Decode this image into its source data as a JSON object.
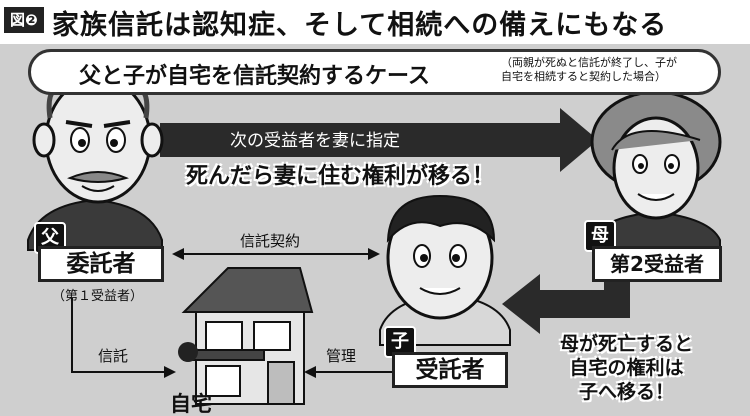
{
  "header": {
    "badge": "図❷",
    "title": "家族信託は認知症、そして相続への備えにもなる"
  },
  "case_box": {
    "main": "父と子が自宅を信託契約するケース",
    "note_line1": "（両親が死ぬと信託が終了し、子が",
    "note_line2": "自宅を相続すると契約した場合）"
  },
  "arrows": {
    "top_arrow_label": "次の受益者を妻に指定",
    "top_callout": "死んだら妻に住む権利が移る！",
    "contract_label": "信託契約",
    "trust_label": "信託",
    "manage_label": "管理",
    "bottom_callout_line1": "母が死亡すると",
    "bottom_callout_line2": "自宅の権利は",
    "bottom_callout_line3": "子へ移る！"
  },
  "roles": {
    "father_badge": "父",
    "father_role": "委託者",
    "father_sub": "（第１受益者）",
    "mother_badge": "母",
    "mother_role": "第2受益者",
    "child_badge": "子",
    "child_role": "受託者",
    "house_label": "自宅"
  },
  "colors": {
    "panel": "#cfcfcf",
    "arrow_dark": "#2a2a2a",
    "ink": "#111111",
    "skin": "#ededed"
  }
}
